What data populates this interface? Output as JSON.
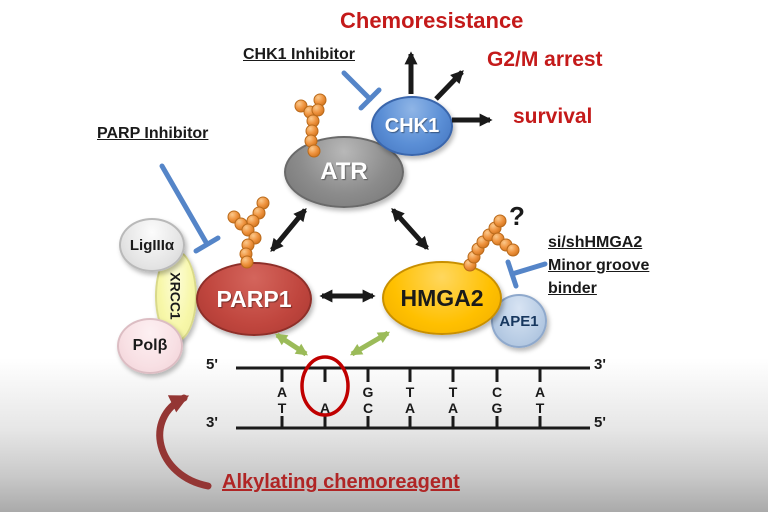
{
  "diagram": {
    "outcomes": {
      "chemoresistance": "Chemoresistance",
      "g2m_arrest": "G2/M arrest",
      "survival": "survival"
    },
    "inhibitors": {
      "chk1_inhibitor": "CHK1 Inhibitor",
      "parp_inhibitor": "PARP Inhibitor",
      "hmga2_inhibitor_line1": "si/shHMGA2",
      "hmga2_inhibitor_line2": "Minor groove",
      "hmga2_inhibitor_line3": "binder",
      "uncertainty_mark": "?"
    },
    "nodes": {
      "atr": "ATR",
      "chk1": "CHK1",
      "parp1": "PARP1",
      "hmga2": "HMGA2",
      "ape1": "APE1",
      "ligIIIa": "LigIIIα",
      "xrcc1": "XRCC1",
      "polb": "Polβ"
    },
    "dna": {
      "top_strand_left": "5'",
      "top_strand_right": "3'",
      "bottom_strand_left": "3'",
      "bottom_strand_right": "5'",
      "base_pairs": [
        {
          "top": "A",
          "bottom": "T"
        },
        {
          "top": "",
          "bottom": "A"
        },
        {
          "top": "G",
          "bottom": "C"
        },
        {
          "top": "T",
          "bottom": "A"
        },
        {
          "top": "T",
          "bottom": "A"
        },
        {
          "top": "C",
          "bottom": "G"
        },
        {
          "top": "A",
          "bottom": "T"
        }
      ]
    },
    "annotations": {
      "alkylating": "Alkylating chemoreagent"
    },
    "colors": {
      "outcome_text": "#C41A1A",
      "annotation_text": "#B02525",
      "inhibition_line": "#5585C8",
      "activation_arrow": "#1A1A1A",
      "dna_interaction_arrow": "#9BBB59",
      "par_chain": "#F0953F",
      "damage_circle": "#C00000",
      "chemoreagent_arrow": "#943634",
      "parp1_fill": "#C0504D",
      "hmga2_fill": "#FFC000",
      "atr_fill": "#8C8C8C",
      "chk1_fill": "#5B8FD6",
      "ape1_fill": "#B9CDE5",
      "ligIIIa_fill": "#E8E8E8",
      "xrcc1_fill": "#FAFAB4",
      "polb_fill": "#FBE3E6"
    }
  }
}
